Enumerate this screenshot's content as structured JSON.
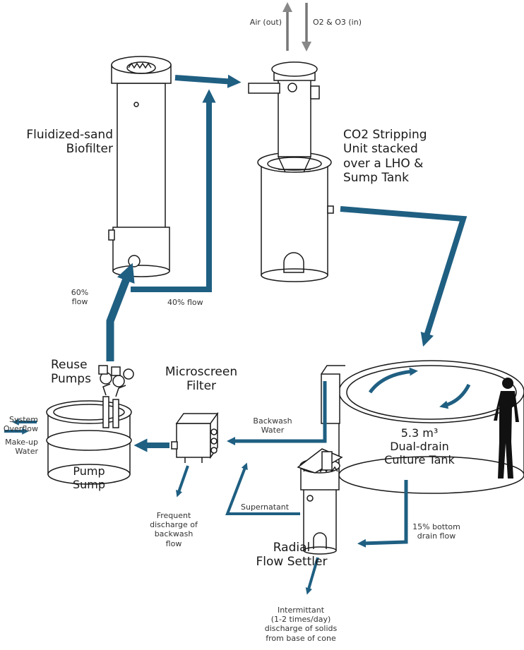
{
  "colors": {
    "flow": "#1f5f82",
    "outline": "#1a1a1a",
    "background": "#ffffff"
  },
  "labels": {
    "air_out": "Air (out)",
    "o2_o3_in": "O2 & O3 (in)",
    "biofilter": "Fluidized-sand\nBiofilter",
    "co2_stripping": "CO2 Stripping\nUnit stacked\nover a LHO &\nSump Tank",
    "flow_60": "60%\nflow",
    "flow_40": "40% flow",
    "reuse_pumps": "Reuse\nPumps",
    "microscreen": "Microscreen\nFilter",
    "system_overflow": "System\nOverflow",
    "makeup_water": "Make-up\nWater",
    "pump_sump": "Pump\nSump",
    "backwash_water": "Backwash\nWater",
    "culture_tank": "5.3 m³\nDual-drain\nCulture Tank",
    "supernatant": "Supernatant",
    "bottom_drain": "15% bottom\ndrain flow",
    "backwash_discharge": "Frequent\ndischarge of\nbackwash\nflow",
    "radial_settler": "Radial\nFlow Settler",
    "solids_discharge": "Intermittant\n(1-2 times/day)\ndischarge of solids\nfrom base of cone"
  }
}
